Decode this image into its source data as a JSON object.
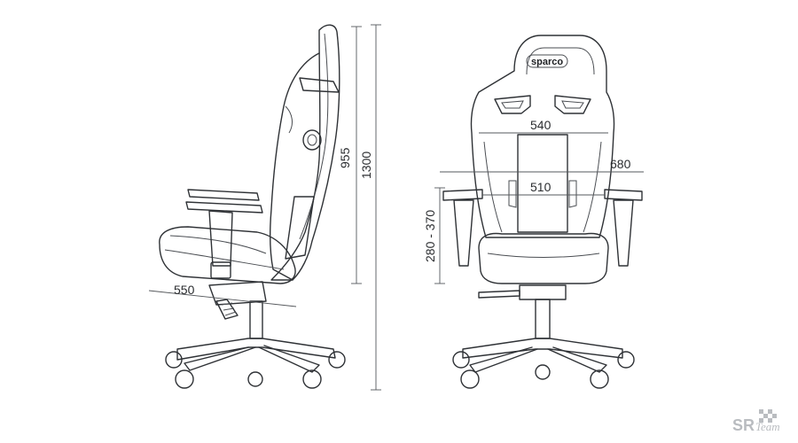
{
  "dimensions": {
    "seat_depth": "550",
    "back_height": "955",
    "overall_height": "1300",
    "shoulder_width": "540",
    "overall_width": "680",
    "seat_width": "510",
    "armrest_height": "280 - 370"
  },
  "brand": {
    "logo_text": "sparco"
  },
  "watermark": {
    "letters": "SR",
    "script": "Team"
  },
  "colors": {
    "line": "#2f3236",
    "background": "#ffffff",
    "watermark": "#b9bcc0"
  }
}
